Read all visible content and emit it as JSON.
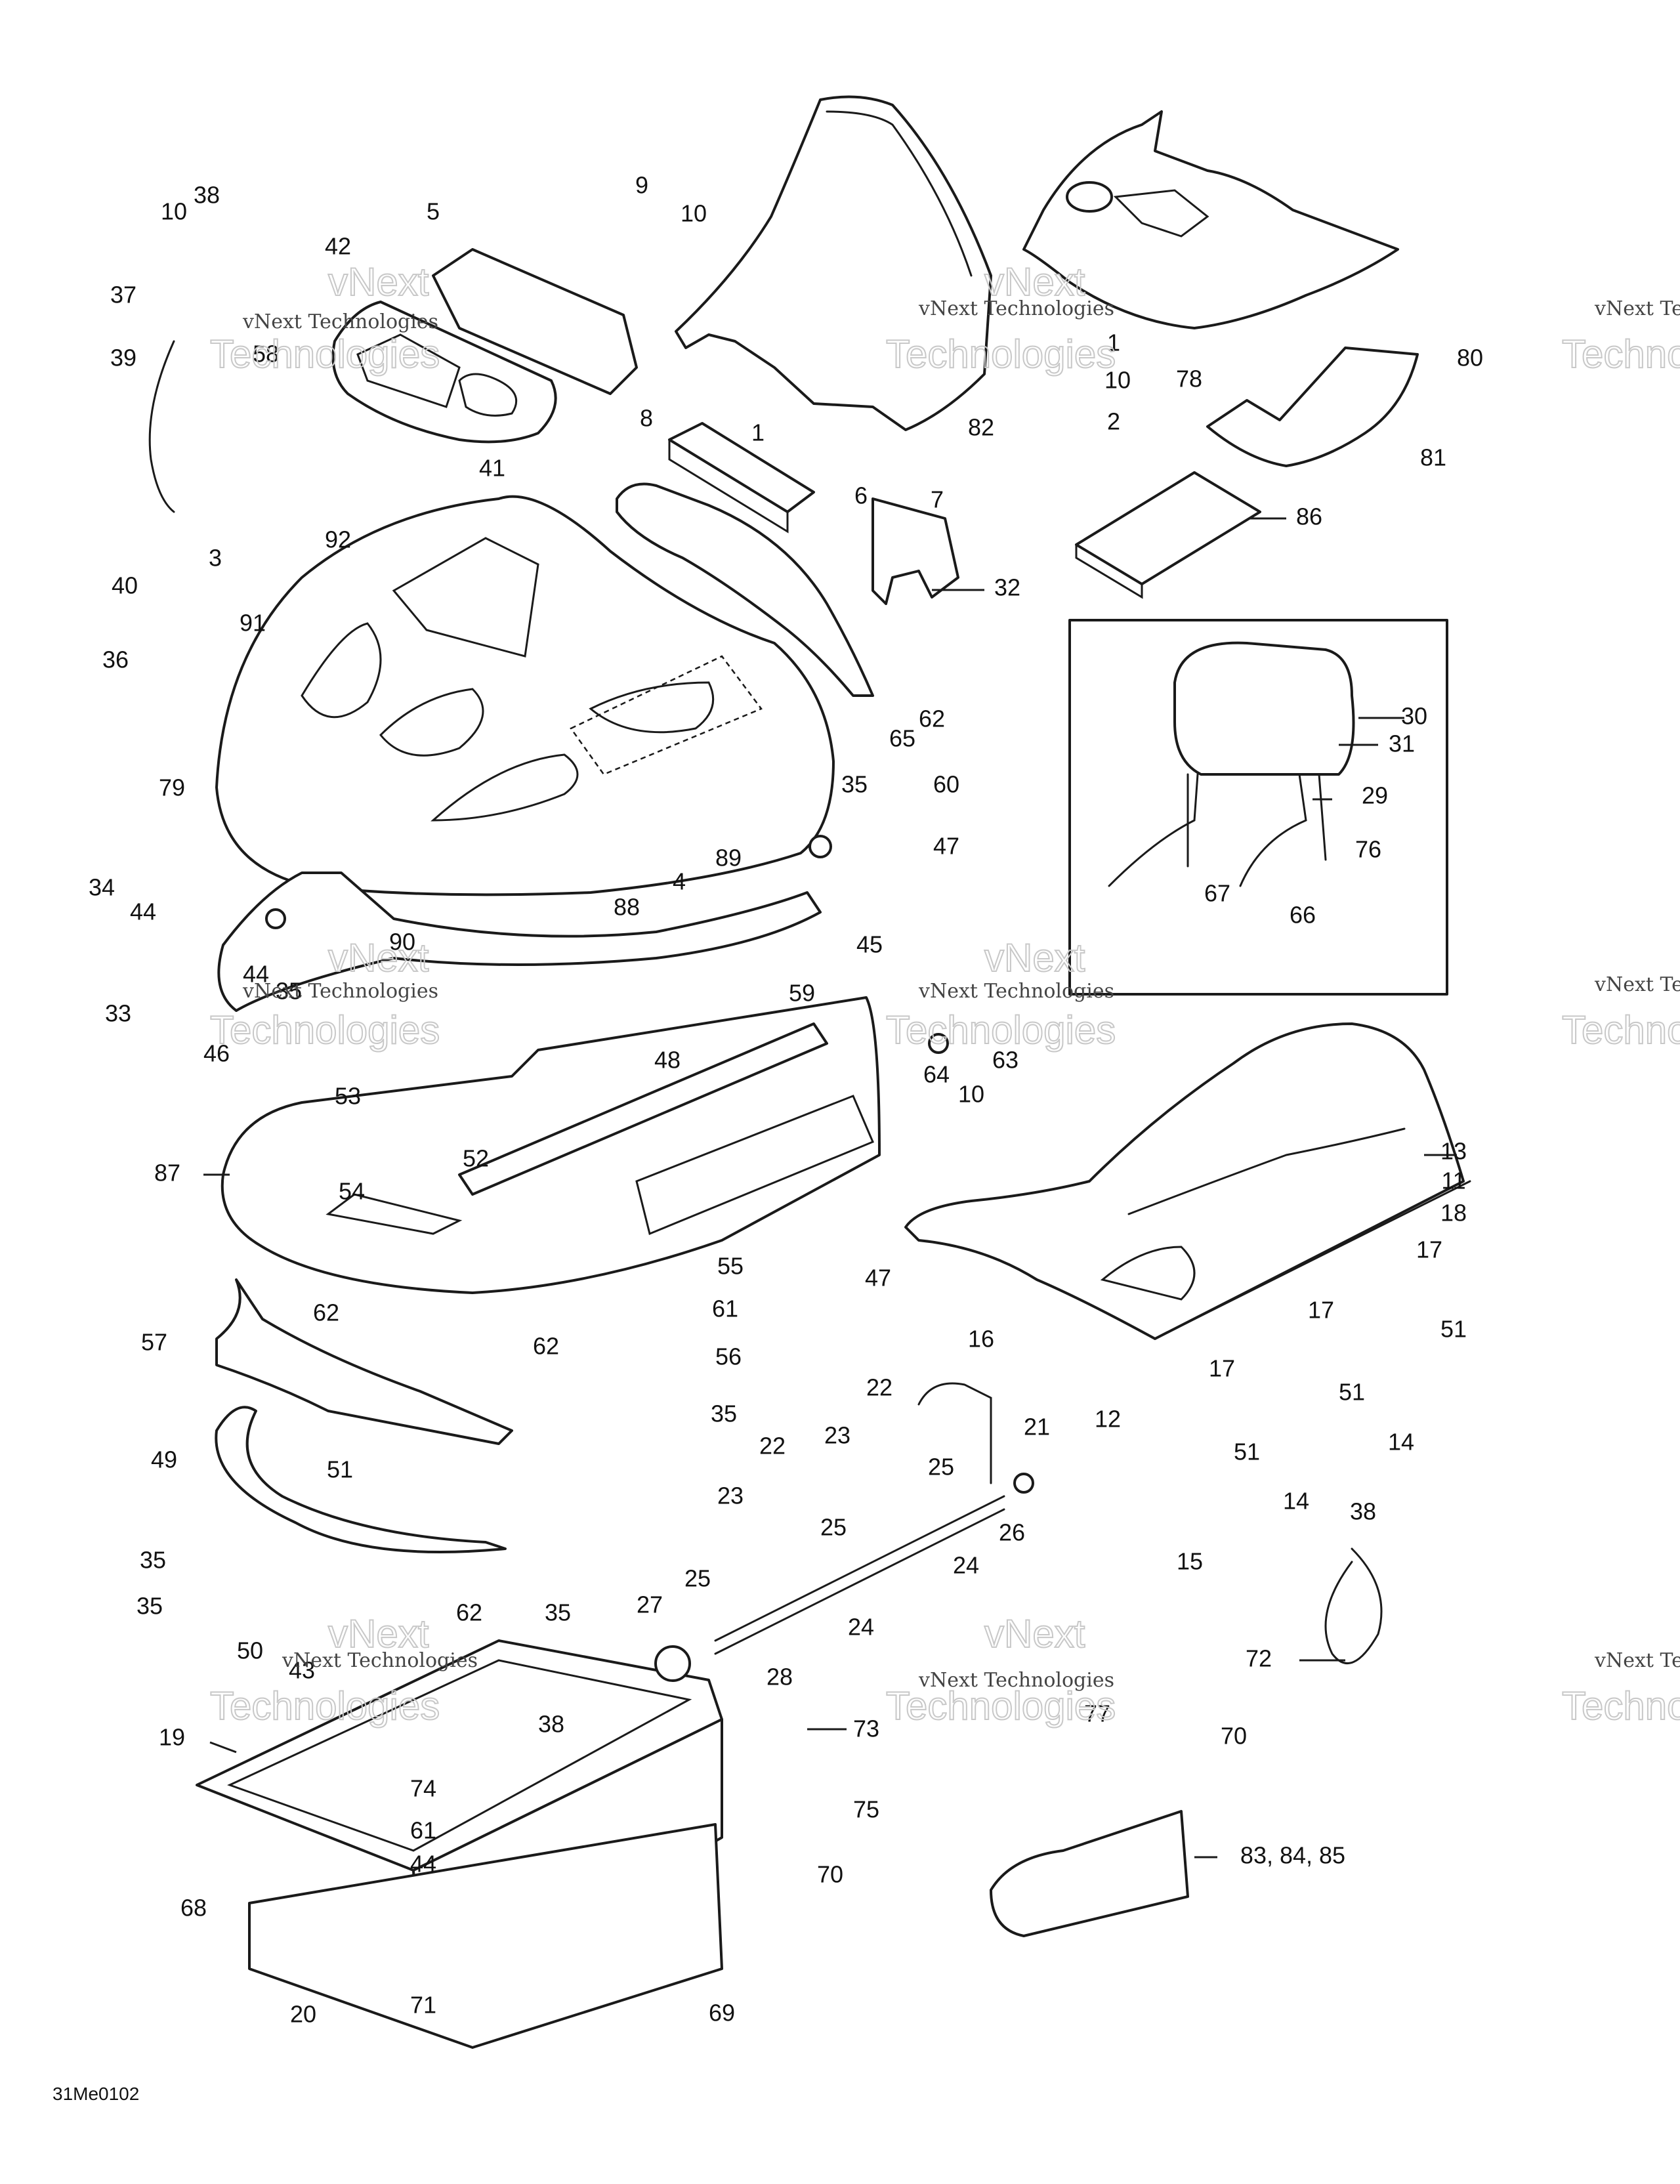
{
  "diagram": {
    "drawing_code": "31Me0102",
    "watermark": {
      "line1": "vNext Technologies",
      "line2": "vNext",
      "line3": "Technologies"
    },
    "callouts": [
      {
        "id": "c-10a",
        "label": "10"
      },
      {
        "id": "c-38a",
        "label": "38"
      },
      {
        "id": "c-37",
        "label": "37"
      },
      {
        "id": "c-39",
        "label": "39"
      },
      {
        "id": "c-42",
        "label": "42"
      },
      {
        "id": "c-58",
        "label": "58"
      },
      {
        "id": "c-5",
        "label": "5"
      },
      {
        "id": "c-9",
        "label": "9"
      },
      {
        "id": "c-10b",
        "label": "10"
      },
      {
        "id": "c-8",
        "label": "8"
      },
      {
        "id": "c-41",
        "label": "41"
      },
      {
        "id": "c-1a",
        "label": "1"
      },
      {
        "id": "c-82",
        "label": "82"
      },
      {
        "id": "c-6",
        "label": "6"
      },
      {
        "id": "c-7",
        "label": "7"
      },
      {
        "id": "c-1b",
        "label": "1"
      },
      {
        "id": "c-10c",
        "label": "10"
      },
      {
        "id": "c-2",
        "label": "2"
      },
      {
        "id": "c-78",
        "label": "78"
      },
      {
        "id": "c-80",
        "label": "80"
      },
      {
        "id": "c-81",
        "label": "81"
      },
      {
        "id": "c-86",
        "label": "86"
      },
      {
        "id": "c-32",
        "label": "32"
      },
      {
        "id": "c-3",
        "label": "3"
      },
      {
        "id": "c-92",
        "label": "92"
      },
      {
        "id": "c-40",
        "label": "40"
      },
      {
        "id": "c-91",
        "label": "91"
      },
      {
        "id": "c-36",
        "label": "36"
      },
      {
        "id": "c-79",
        "label": "79"
      },
      {
        "id": "c-62a",
        "label": "62"
      },
      {
        "id": "c-65",
        "label": "65"
      },
      {
        "id": "c-30",
        "label": "30"
      },
      {
        "id": "c-31",
        "label": "31"
      },
      {
        "id": "c-29",
        "label": "29"
      },
      {
        "id": "c-76",
        "label": "76"
      },
      {
        "id": "c-67",
        "label": "67"
      },
      {
        "id": "c-66",
        "label": "66"
      },
      {
        "id": "c-35a",
        "label": "35"
      },
      {
        "id": "c-60",
        "label": "60"
      },
      {
        "id": "c-47a",
        "label": "47"
      },
      {
        "id": "c-89",
        "label": "89"
      },
      {
        "id": "c-34",
        "label": "34"
      },
      {
        "id": "c-44a",
        "label": "44"
      },
      {
        "id": "c-4",
        "label": "4"
      },
      {
        "id": "c-88",
        "label": "88"
      },
      {
        "id": "c-90",
        "label": "90"
      },
      {
        "id": "c-45",
        "label": "45"
      },
      {
        "id": "c-44b",
        "label": "44"
      },
      {
        "id": "c-35b",
        "label": "35"
      },
      {
        "id": "c-33",
        "label": "33"
      },
      {
        "id": "c-59",
        "label": "59"
      },
      {
        "id": "c-46",
        "label": "46"
      },
      {
        "id": "c-63",
        "label": "63"
      },
      {
        "id": "c-64",
        "label": "64"
      },
      {
        "id": "c-10d",
        "label": "10"
      },
      {
        "id": "c-48",
        "label": "48"
      },
      {
        "id": "c-53",
        "label": "53"
      },
      {
        "id": "c-87",
        "label": "87"
      },
      {
        "id": "c-52",
        "label": "52"
      },
      {
        "id": "c-54",
        "label": "54"
      },
      {
        "id": "c-13",
        "label": "13"
      },
      {
        "id": "c-11",
        "label": "11"
      },
      {
        "id": "c-18",
        "label": "18"
      },
      {
        "id": "c-55",
        "label": "55"
      },
      {
        "id": "c-47b",
        "label": "47"
      },
      {
        "id": "c-62b",
        "label": "62"
      },
      {
        "id": "c-61a",
        "label": "61"
      },
      {
        "id": "c-17a",
        "label": "17"
      },
      {
        "id": "c-57",
        "label": "57"
      },
      {
        "id": "c-62c",
        "label": "62"
      },
      {
        "id": "c-56",
        "label": "56"
      },
      {
        "id": "c-16",
        "label": "16"
      },
      {
        "id": "c-17b",
        "label": "17"
      },
      {
        "id": "c-51a",
        "label": "51"
      },
      {
        "id": "c-35c",
        "label": "35"
      },
      {
        "id": "c-22a",
        "label": "22"
      },
      {
        "id": "c-21",
        "label": "21"
      },
      {
        "id": "c-12",
        "label": "12"
      },
      {
        "id": "c-17c",
        "label": "17"
      },
      {
        "id": "c-51b",
        "label": "51"
      },
      {
        "id": "c-14a",
        "label": "14"
      },
      {
        "id": "c-49",
        "label": "49"
      },
      {
        "id": "c-22b",
        "label": "22"
      },
      {
        "id": "c-23a",
        "label": "23"
      },
      {
        "id": "c-25a",
        "label": "25"
      },
      {
        "id": "c-51c",
        "label": "51"
      },
      {
        "id": "c-51d",
        "label": "51"
      },
      {
        "id": "c-14b",
        "label": "14"
      },
      {
        "id": "c-23b",
        "label": "23"
      },
      {
        "id": "c-26",
        "label": "26"
      },
      {
        "id": "c-25b",
        "label": "25"
      },
      {
        "id": "c-38b",
        "label": "38"
      },
      {
        "id": "c-35d",
        "label": "35"
      },
      {
        "id": "c-24a",
        "label": "24"
      },
      {
        "id": "c-15",
        "label": "15"
      },
      {
        "id": "c-35e",
        "label": "35"
      },
      {
        "id": "c-25c",
        "label": "25"
      },
      {
        "id": "c-62d",
        "label": "62"
      },
      {
        "id": "c-35f",
        "label": "35"
      },
      {
        "id": "c-27",
        "label": "27"
      },
      {
        "id": "c-24b",
        "label": "24"
      },
      {
        "id": "c-50",
        "label": "50"
      },
      {
        "id": "c-43",
        "label": "43"
      },
      {
        "id": "c-28",
        "label": "28"
      },
      {
        "id": "c-72",
        "label": "72"
      },
      {
        "id": "c-19",
        "label": "19"
      },
      {
        "id": "c-38c",
        "label": "38"
      },
      {
        "id": "c-73",
        "label": "73"
      },
      {
        "id": "c-77",
        "label": "77"
      },
      {
        "id": "c-70a",
        "label": "70"
      },
      {
        "id": "c-74",
        "label": "74"
      },
      {
        "id": "c-75",
        "label": "75"
      },
      {
        "id": "c-61b",
        "label": "61"
      },
      {
        "id": "c-83",
        "label": "83, 84, 85"
      },
      {
        "id": "c-44c",
        "label": "44"
      },
      {
        "id": "c-70b",
        "label": "70"
      },
      {
        "id": "c-68",
        "label": "68"
      },
      {
        "id": "c-71",
        "label": "71"
      },
      {
        "id": "c-20",
        "label": "20"
      },
      {
        "id": "c-69",
        "label": "69"
      }
    ]
  }
}
